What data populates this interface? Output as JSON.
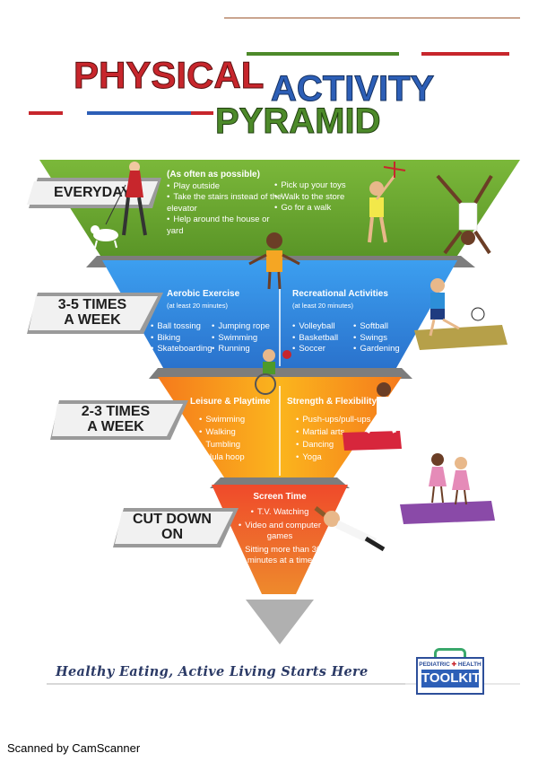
{
  "title": {
    "line1": "PHYSICAL",
    "line2": "ACTIVITY",
    "line3": "PYRAMID"
  },
  "colors": {
    "red": "#c7262c",
    "blue": "#2d5fb7",
    "green": "#4d8a2a",
    "level1": "#6aa42e",
    "level2": "#3a8fe0",
    "level3": "#f59a1f",
    "level4": "#ef4a2b"
  },
  "levels": {
    "everyday": {
      "label": "EVERYDAY",
      "heading": "(As often as possible)",
      "col1": [
        "Play outside",
        "Take the stairs instead of the elevator",
        "Help around the house or yard"
      ],
      "col2": [
        "Pick up your toys",
        "Walk to the store",
        "Go for a walk"
      ]
    },
    "three_five": {
      "label_line1": "3-5 TIMES",
      "label_line2": "A WEEK",
      "left_heading": "Aerobic Exercise",
      "left_sub": "(at least 20 minutes)",
      "left_col1": [
        "Ball tossing",
        "Biking",
        "Skateboarding"
      ],
      "left_col2": [
        "Jumping rope",
        "Swimming",
        "Running"
      ],
      "right_heading": "Recreational Activities",
      "right_sub": "(at least 20 minutes)",
      "right_col1": [
        "Volleyball",
        "Basketball",
        "Soccer"
      ],
      "right_col2": [
        "Softball",
        "Swings",
        "Gardening"
      ]
    },
    "two_three": {
      "label_line1": "2-3 TIMES",
      "label_line2": "A WEEK",
      "left_heading": "Leisure & Playtime",
      "left_items": [
        "Swimming",
        "Walking",
        "Tumbling",
        "Hula hoop"
      ],
      "right_heading": "Strength & Flexibility",
      "right_items": [
        "Push-ups/pull-ups",
        "Martial arts",
        "Dancing",
        "Yoga"
      ]
    },
    "cut_down": {
      "label_line1": "CUT DOWN",
      "label_line2": "ON",
      "heading": "Screen Time",
      "items": [
        "T.V. Watching",
        "Video and computer games",
        "Sitting more than 30 minutes at a time"
      ]
    }
  },
  "footer": {
    "tagline": "Healthy Eating, Active Living Starts Here",
    "logo_top": "PEDIATRIC",
    "logo_top2": "HEALTH",
    "logo_main": "TOOLKIT"
  },
  "scanner_note": "Scanned by CamScanner"
}
